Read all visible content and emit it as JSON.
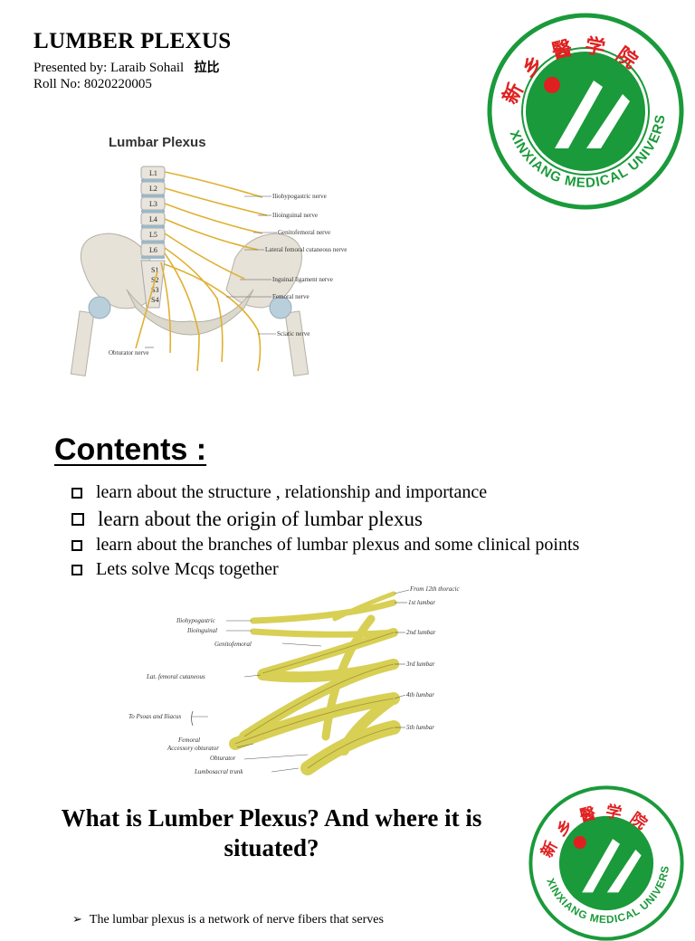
{
  "header": {
    "title": "LUMBER PLEXUS",
    "presenter_prefix": "Presented by: Laraib Sohail",
    "presenter_chinese": "拉比",
    "roll": "Roll No: 8020220005"
  },
  "figure1": {
    "title": "Lumbar Plexus",
    "vertebrae": [
      "L1",
      "L2",
      "L3",
      "L4",
      "L5",
      "L6",
      "S1",
      "S2",
      "S3",
      "S4"
    ],
    "nerves": [
      "Iliohypogastric nerve",
      "Ilioinguinal nerve",
      "Genitofemoral nerve",
      "Lateral femoral cutaneous nerve",
      "Inguinal ligament nerve",
      "Femoral nerve",
      "Sciatic nerve",
      "Obturator nerve"
    ]
  },
  "logo": {
    "chinese_chars": [
      "新",
      "乡",
      "醫",
      "学",
      "院"
    ],
    "english_text": "XINXIANG MEDICAL UNIVERSITY",
    "green": "#1a9a3a",
    "red": "#e02020"
  },
  "contents": {
    "heading": "Contents :",
    "items": [
      "learn about the structure , relationship and importance",
      "learn about the origin of lumbar plexus",
      "learn about the branches of lumbar plexus and some clinical points",
      "Lets solve Mcqs together"
    ]
  },
  "figure2": {
    "right_labels": [
      "From 12th thoracic",
      "1st lumbar",
      "2nd lumbar",
      "3rd lumbar",
      "4th lumbar",
      "5th lumbar"
    ],
    "left_labels": [
      "Iliohypogastric",
      "Ilioinguinal",
      "Genitofemoral",
      "Lat. femoral cutaneous",
      "To Psoas and Iliacus",
      "Femoral",
      "Accessory obturator",
      "Obturator",
      "Lumbosacral trunk"
    ]
  },
  "question": "What is Lumber Plexus? And where it is situated?",
  "paragraph": "The lumbar plexus is a network of nerve fibers that serves"
}
